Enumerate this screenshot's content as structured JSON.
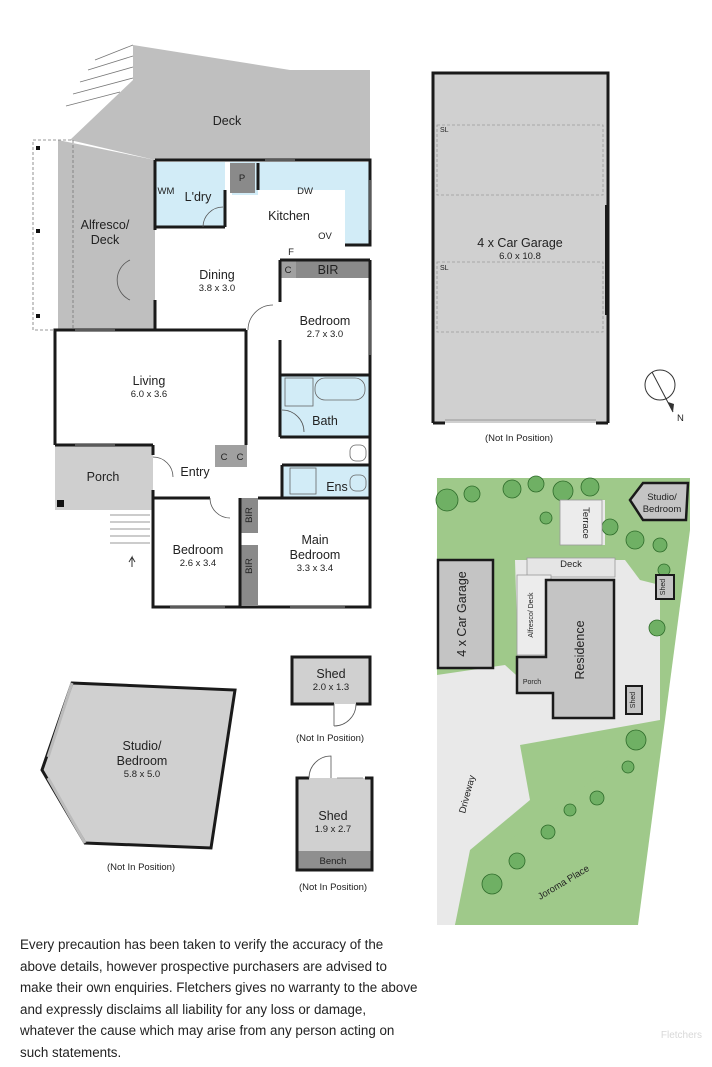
{
  "labels": {
    "deck": "Deck",
    "alfresco_deck_1": "Alfresco/",
    "alfresco_deck_2": "Deck",
    "laundry": "L'dry",
    "wm": "WM",
    "pantry": "P",
    "kitchen": "Kitchen",
    "dw": "DW",
    "ov": "OV",
    "fridge": "F",
    "cupboard": "C",
    "bir": "BIR",
    "dining": "Dining",
    "dining_dim": "3.8 x 3.0",
    "bedroom": "Bedroom",
    "bedroom2_dim": "2.7 x 3.0",
    "living": "Living",
    "living_dim": "6.0 x 3.6",
    "bath": "Bath",
    "porch": "Porch",
    "entry": "Entry",
    "ens": "Ens",
    "bedroom3_dim": "2.6 x 3.4",
    "main_bedroom_1": "Main",
    "main_bedroom_2": "Bedroom",
    "main_bedroom_dim": "3.3 x 3.4",
    "garage": "4 x Car Garage",
    "garage_dim": "6.0 x 10.8",
    "sl": "SL",
    "not_in_position": "(Not In Position)",
    "north": "N",
    "shed": "Shed",
    "shed1_dim": "2.0 x 1.3",
    "shed2_dim": "1.9 x 2.7",
    "bench": "Bench",
    "studio_1": "Studio/",
    "studio_2": "Bedroom",
    "studio_dim": "5.8 x 5.0"
  },
  "site": {
    "terrace": "Terrace",
    "deck": "Deck",
    "studio_1": "Studio/",
    "studio_2": "Bedroom",
    "shed": "Shed",
    "garage": "4 x Car Garage",
    "alfresco_deck": "Alfresco/ Deck",
    "residence": "Residence",
    "porch": "Porch",
    "driveway": "Driveway",
    "street": "Joroma Place"
  },
  "disclaimer": "Every precaution has been taken to verify the accuracy of the above details, however prospective purchasers are advised to make their own enquiries. Fletchers gives no warranty to the above and expressly disclaims all liability for any loss or damage, whatever the cause which may arise from any person acting on such statements.",
  "brand": "Fletchers",
  "colors": {
    "wet_area": "#d2ecf7",
    "deck_fill": "#bdbdbd",
    "garage_fill": "#d0d0d0",
    "wall": "#1a1a1a",
    "lawn": "#9fc98a",
    "building_fill": "#c4c4c4"
  }
}
